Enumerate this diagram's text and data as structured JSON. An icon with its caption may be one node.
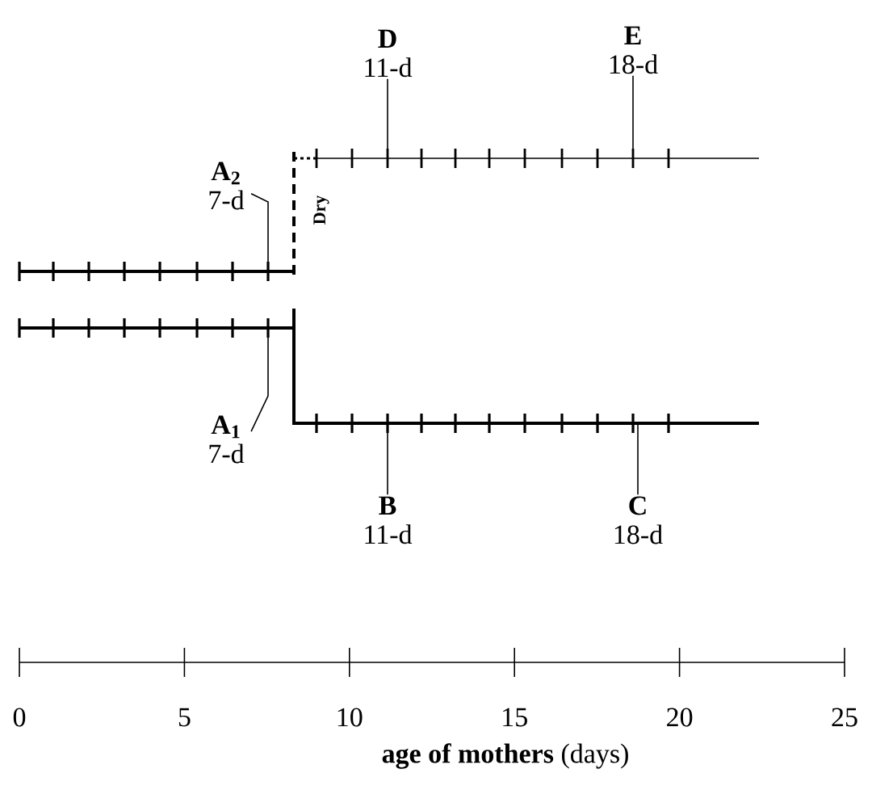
{
  "diagram": {
    "nodes": [
      {
        "text": [
          "A$_{2}$",
          "7-d"
        ]
      },
      {
        "text": [
          "D",
          "11-d"
        ]
      },
      {
        "text": [
          "E",
          "18-d"
        ]
      },
      {
        "text": [
          "A$_{1}$",
          "7-d"
        ]
      },
      {
        "text": [
          "B",
          "11-d"
        ]
      },
      {
        "text": [
          "C",
          "18-d"
        ]
      }
    ],
    "edges": [
      {
        "from": 0,
        "to": null,
        "arrow": "none"
      },
      {
        "from": 1,
        "to": null,
        "arrow": "none"
      },
      {
        "from": 2,
        "to": null,
        "arrow": "none"
      },
      {
        "from": 3,
        "to": null,
        "arrow": "none"
      },
      {
        "from": 4,
        "to": null,
        "arrow": "none"
      },
      {
        "from": 5,
        "to": null,
        "arrow": "none"
      }
    ],
    "labels": [
      "Dry",
      "0",
      "5",
      "10",
      "15",
      "20",
      "25",
      "**age of mothers** (days)"
    ]
  }
}
